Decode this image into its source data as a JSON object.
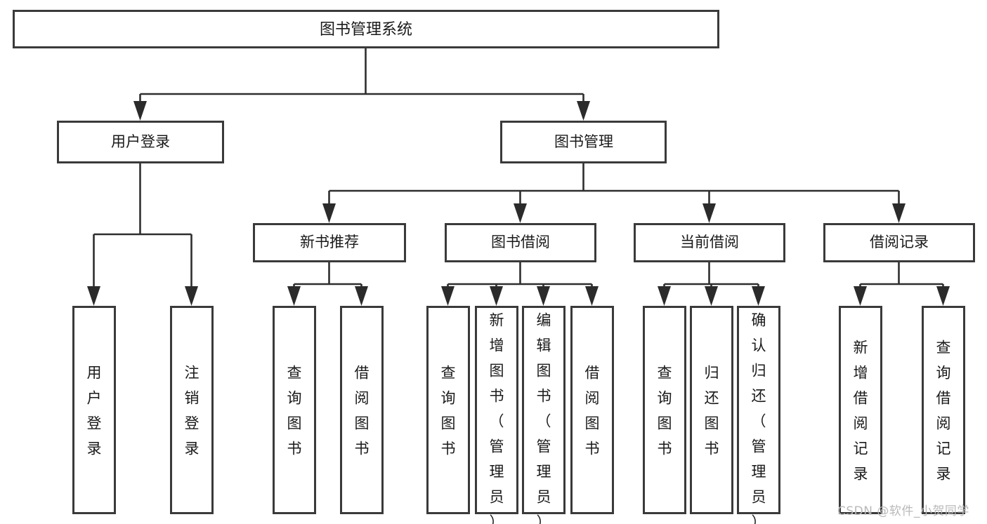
{
  "diagram": {
    "title": "图书管理系统",
    "watermark": "CSDN @软件_小贺同学",
    "colors": {
      "box_stroke": "#3a3a3a",
      "connector": "#2e2e2e",
      "text": "#1a1a1a",
      "background": "#ffffff",
      "watermark": "#b9b9b9"
    },
    "root": {
      "label": "图书管理系统"
    },
    "level2": [
      {
        "id": "user-login",
        "label": "用户登录"
      },
      {
        "id": "book-management",
        "label": "图书管理"
      }
    ],
    "level3": [
      {
        "id": "new-book-recommend",
        "label": "新书推荐"
      },
      {
        "id": "book-borrow",
        "label": "图书借阅"
      },
      {
        "id": "current-borrow",
        "label": "当前借阅"
      },
      {
        "id": "borrow-record",
        "label": "借阅记录"
      }
    ],
    "leaves": [
      {
        "id": "leaf-user-login",
        "label": "用户登录",
        "parent": "user-login"
      },
      {
        "id": "leaf-logout-login",
        "label": "注销登录",
        "parent": "user-login"
      },
      {
        "id": "leaf-query-book-new",
        "label": "查询图书",
        "parent": "new-book-recommend"
      },
      {
        "id": "leaf-borrow-book-new",
        "label": "借阅图书",
        "parent": "new-book-recommend"
      },
      {
        "id": "leaf-query-book-borrow",
        "label": "查询图书",
        "parent": "book-borrow"
      },
      {
        "id": "leaf-add-book-admin",
        "label": "新增图书（管理员）",
        "parent": "book-borrow"
      },
      {
        "id": "leaf-edit-book-admin",
        "label": "编辑图书（管理员）",
        "parent": "book-borrow"
      },
      {
        "id": "leaf-borrow-book",
        "label": "借阅图书",
        "parent": "book-borrow"
      },
      {
        "id": "leaf-query-book-current",
        "label": "查询图书",
        "parent": "current-borrow"
      },
      {
        "id": "leaf-return-book",
        "label": "归还图书",
        "parent": "current-borrow"
      },
      {
        "id": "leaf-confirm-return-admin",
        "label": "确认归还（管理员）",
        "parent": "current-borrow"
      },
      {
        "id": "leaf-add-borrow-record",
        "label": "新增借阅记录",
        "parent": "borrow-record"
      },
      {
        "id": "leaf-query-borrow-record",
        "label": "查询借阅记录",
        "parent": "borrow-record"
      }
    ]
  }
}
